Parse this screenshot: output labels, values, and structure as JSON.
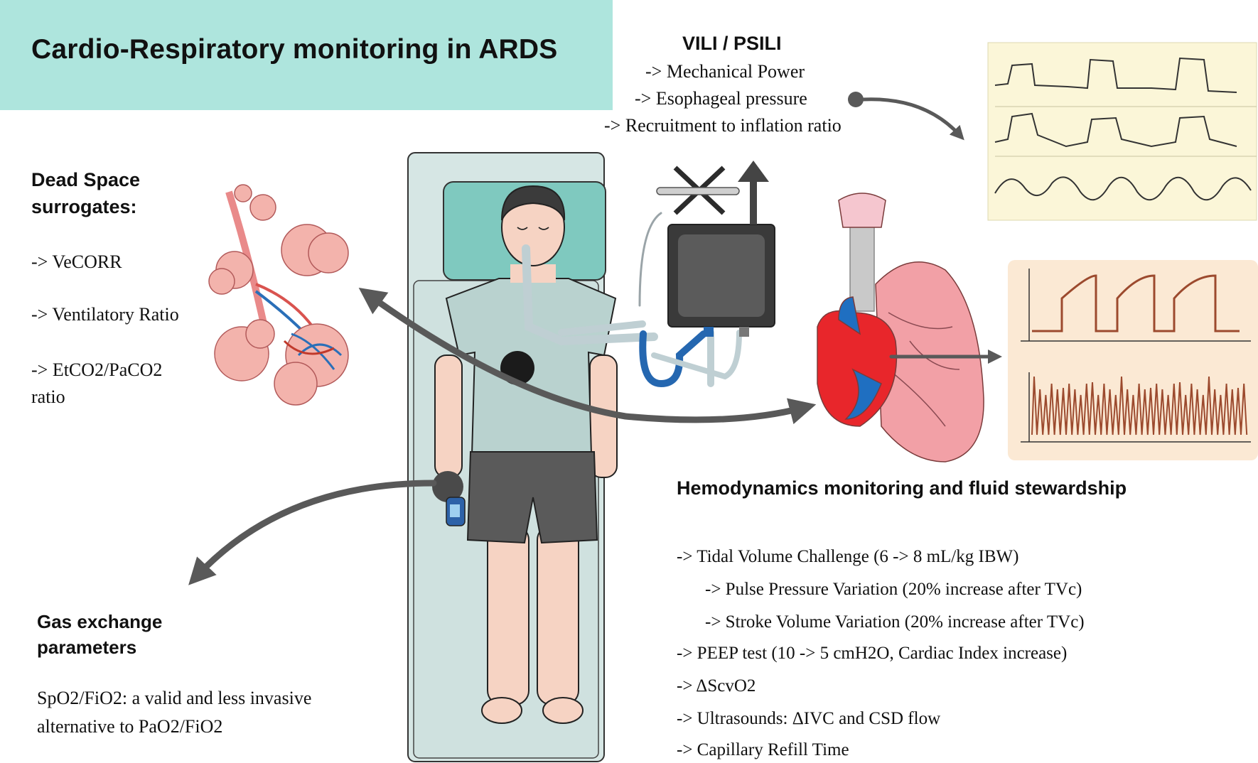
{
  "title": "Cardio-Respiratory monitoring in ARDS",
  "vili": {
    "heading": "VILI / PSILI",
    "items": [
      "-> Mechanical Power",
      "-> Esophageal pressure",
      "-> Recruitment to inflation ratio"
    ]
  },
  "dead_space": {
    "heading_line1": "Dead Space",
    "heading_line2": "surrogates:",
    "items": [
      "-> VeCORR",
      "-> Ventilatory Ratio",
      "-> EtCO2/PaCO2",
      "ratio"
    ]
  },
  "gas_exchange": {
    "heading_line1": "Gas exchange",
    "heading_line2": "parameters",
    "text_line1": "SpO2/FiO2: a valid and less invasive",
    "text_line2": "alternative to PaO2/FiO2"
  },
  "hemodynamics": {
    "heading": "Hemodynamics monitoring and fluid stewardship",
    "items": [
      "-> Tidal Volume Challenge (6 -> 8 mL/kg IBW)",
      "-> Pulse Pressure Variation (20% increase after TVc)",
      "-> Stroke Volume Variation (20% increase after TVc)",
      "-> PEEP test (10 -> 5 cmH2O, Cardiac Index increase)",
      "-> ΔScvO2",
      "-> Ultrasounds: ΔIVC and CSD flow",
      "-> Capillary Refill Time"
    ]
  },
  "colors": {
    "title_bg": "#aee5dd",
    "bed": "#cfe3e2",
    "waveform_panel_top": "#fbf6d8",
    "waveform_panel_bottom": "#fbe9d4",
    "arrow": "#595959",
    "lung": "#f2a0a6",
    "heart_red": "#e8262b",
    "heart_blue": "#1f6fc1"
  }
}
